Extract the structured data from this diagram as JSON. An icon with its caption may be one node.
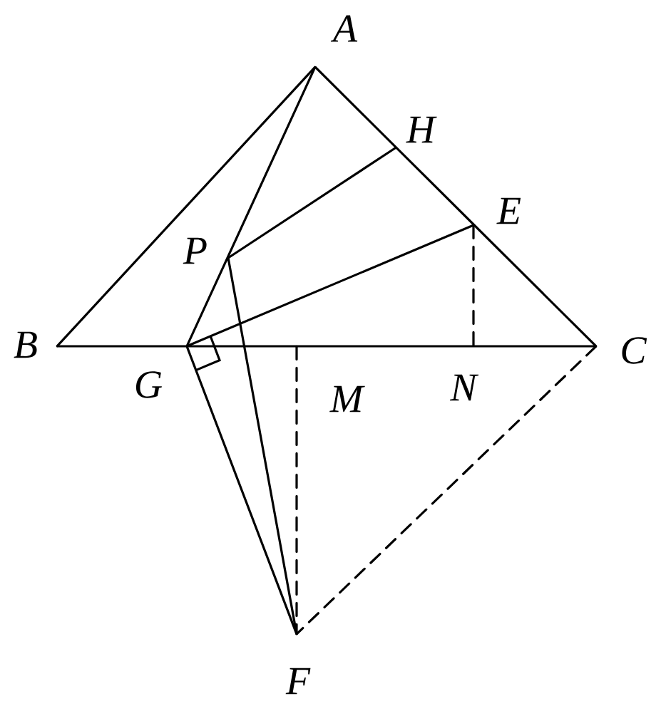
{
  "diagram": {
    "nodes": [
      {
        "text": [
          "A"
        ]
      },
      {
        "text": [
          "B"
        ]
      },
      {
        "text": [
          "C"
        ]
      },
      {
        "text": [
          "H"
        ]
      },
      {
        "text": [
          "E"
        ]
      },
      {
        "text": [
          "P"
        ]
      },
      {
        "text": [
          "G"
        ]
      },
      {
        "text": [
          "M"
        ]
      },
      {
        "text": [
          "N"
        ]
      },
      {
        "text": [
          "F"
        ]
      }
    ],
    "edges": [
      {
        "from": 0,
        "to": 1,
        "arrow": "none"
      },
      {
        "from": 0,
        "to": 2,
        "arrow": "none"
      },
      {
        "from": 1,
        "to": 2,
        "arrow": "none"
      },
      {
        "from": 0,
        "to": 6,
        "arrow": "none"
      },
      {
        "from": 5,
        "to": 3,
        "arrow": "none"
      },
      {
        "from": 6,
        "to": 4,
        "arrow": "none"
      },
      {
        "from": 5,
        "to": 9,
        "arrow": "none"
      },
      {
        "from": 6,
        "to": 9,
        "arrow": "none"
      },
      {
        "from": 4,
        "to": 8,
        "arrow": "none",
        "style": "dashed"
      },
      {
        "from": 7,
        "to": 9,
        "arrow": "none",
        "style": "dashed"
      },
      {
        "from": 2,
        "to": 9,
        "arrow": "none",
        "style": "dashed"
      }
    ]
  }
}
